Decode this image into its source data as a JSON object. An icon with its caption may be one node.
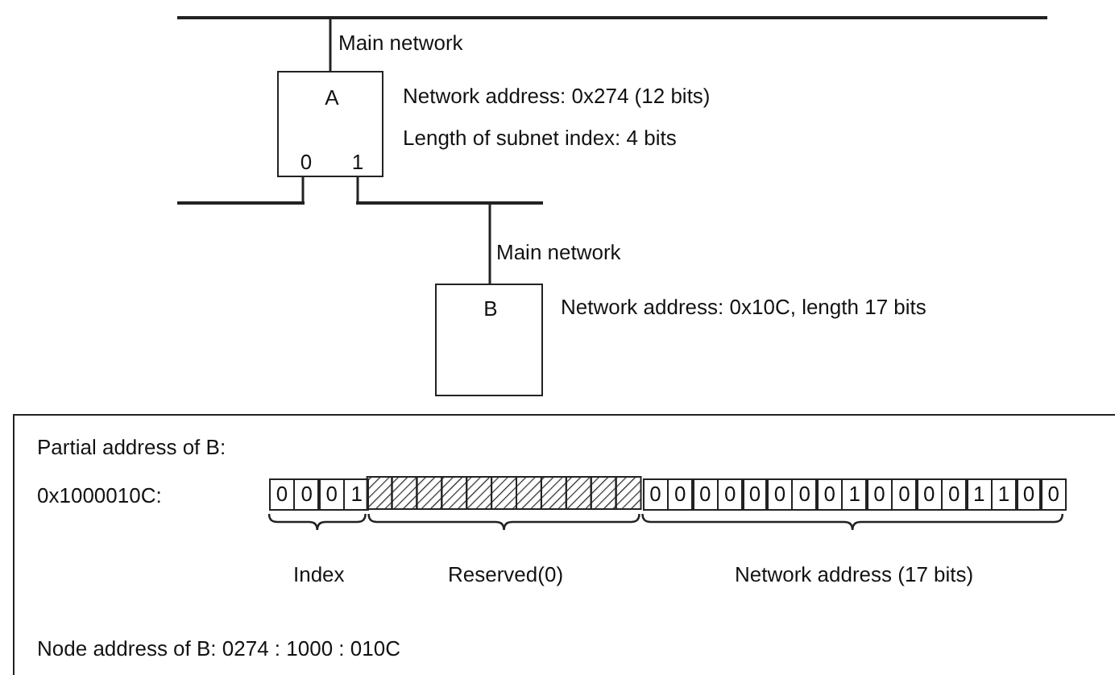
{
  "diagram": {
    "nodes": [
      {
        "text": [],
        "shape": "bar"
      },
      {
        "text": [
          "A",
          "0",
          "1"
        ],
        "beside": [
          "Network address: 0x274 (12 bits)",
          "Length of subnet index: 4 bits"
        ]
      },
      {
        "text": [],
        "shape": "bar"
      },
      {
        "text": [],
        "shape": "bar"
      },
      {
        "text": [
          "B"
        ],
        "beside": [
          "Network address: 0x10C, length 17 bits"
        ]
      },
      {
        "text": [
          "Partial address of B:",
          "0x1000010C:",
          "Node address of B: 0274 : 1000 : 010C"
        ]
      }
    ],
    "edges": [
      {
        "from": 0,
        "to": 1,
        "arrow": "none",
        "label": "Main network"
      },
      {
        "from": 1,
        "to": 2,
        "arrow": "none"
      },
      {
        "from": 1,
        "to": 3,
        "arrow": "none"
      },
      {
        "from": 3,
        "to": 4,
        "arrow": "none",
        "label": "Main network"
      }
    ],
    "labels": [
      "0",
      "0",
      "0",
      "1",
      "0",
      "0",
      "0",
      "0",
      "0",
      "0",
      "0",
      "0",
      "1",
      "0",
      "0",
      "0",
      "0",
      "1",
      "1",
      "0",
      "0",
      "Index",
      "Reserved(0)",
      "Network address (17 bits)"
    ]
  }
}
